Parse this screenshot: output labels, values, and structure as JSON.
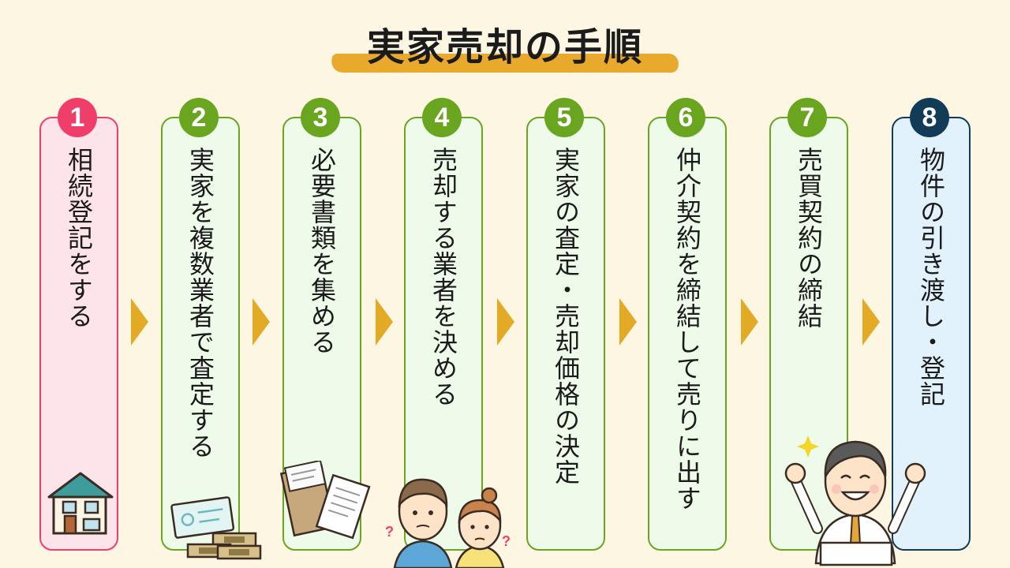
{
  "title": "実家売却の手順",
  "steps": [
    {
      "number": "1",
      "label": "相続登記をする"
    },
    {
      "number": "2",
      "label": "実家を複数業者で査定する"
    },
    {
      "number": "3",
      "label": "必要書類を集める"
    },
    {
      "number": "4",
      "label": "売却する業者を決める"
    },
    {
      "number": "5",
      "label": "実家の査定・売却価格の決定"
    },
    {
      "number": "6",
      "label": "仲介契約を締結して売りに出す"
    },
    {
      "number": "7",
      "label": "売買契約の締結"
    },
    {
      "number": "8",
      "label": "物件の引き渡し・登記"
    }
  ],
  "colors": {
    "green": "#6aa51f",
    "pink": "#f03e6a",
    "navy": "#123b57",
    "arrow": "#e3ab25",
    "accent": "#e9a92c"
  },
  "icons": [
    "house-icon",
    "money-icon",
    "documents-icon",
    "couple-thinking-icon",
    "businessman-cheering-icon"
  ]
}
